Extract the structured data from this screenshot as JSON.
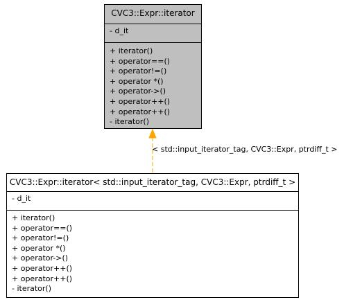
{
  "colors": {
    "highlight_class_fill": "#bfbfbf",
    "class_fill": "#ffffff",
    "border": "#000000",
    "edge": "#ffa500"
  },
  "template_class": {
    "title": "CVC3::Expr::iterator",
    "attributes": [
      "- d_it"
    ],
    "methods": [
      "+ iterator()",
      "+ operator==()",
      "+ operator!=()",
      "+ operator *()",
      "+ operator->()",
      "+ operator++()",
      "+ operator++()",
      "- iterator()"
    ]
  },
  "edge": {
    "label": "< std::input_iterator_tag, CVC3::Expr, ptrdiff_t >"
  },
  "instance_class": {
    "title": "CVC3::Expr::iterator< std::input_iterator_tag, CVC3::Expr, ptrdiff_t >",
    "attributes": [
      "- d_it"
    ],
    "methods": [
      "+ iterator()",
      "+ operator==()",
      "+ operator!=()",
      "+ operator *()",
      "+ operator->()",
      "+ operator++()",
      "+ operator++()",
      "- iterator()"
    ]
  }
}
